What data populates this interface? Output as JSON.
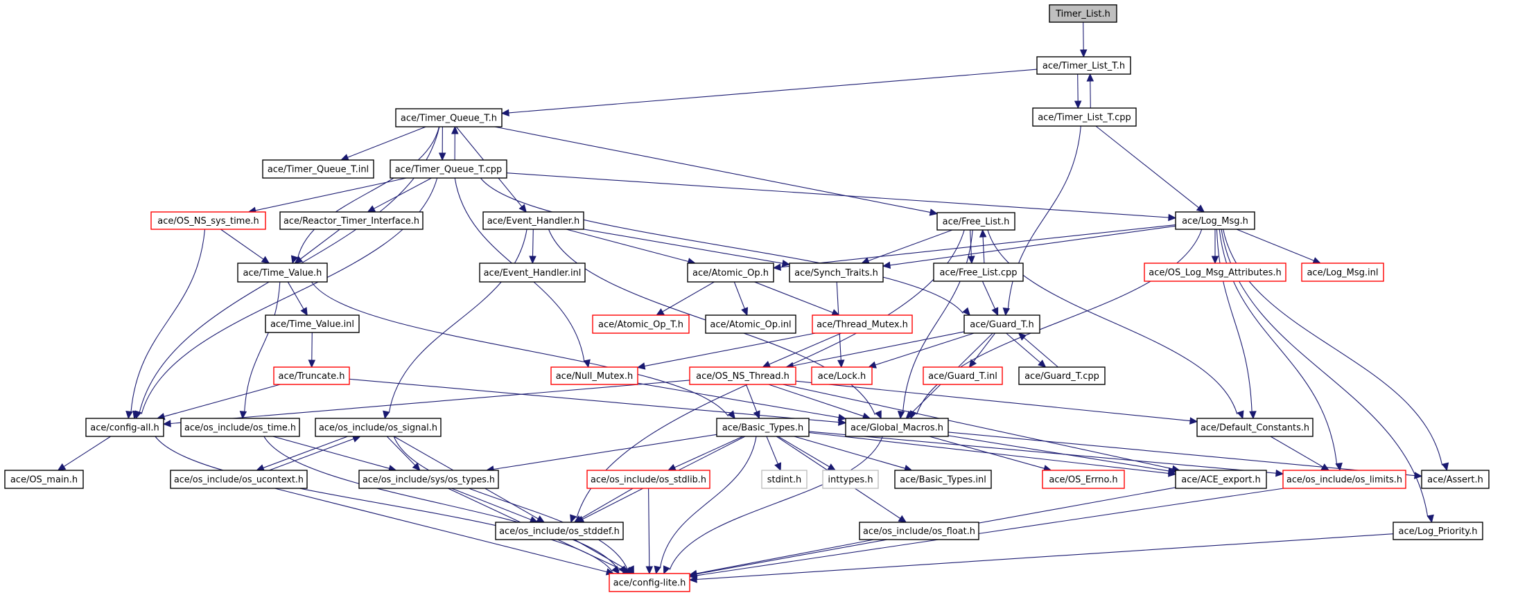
{
  "graph": {
    "title": "Timer_List.h include dependency graph",
    "colors": {
      "edge": "#191970",
      "root_fill": "#bfbfbf",
      "missing_border": "#ff0000",
      "system_border": "#bfbfbf",
      "normal_border": "#000000"
    },
    "nodes": [
      {
        "id": "n1",
        "label": "Timer_List.h",
        "kind": "root"
      },
      {
        "id": "n2",
        "label": "ace/Timer_List_T.h",
        "kind": "normal"
      },
      {
        "id": "n3",
        "label": "ace/Timer_List_T.cpp",
        "kind": "normal"
      },
      {
        "id": "n4",
        "label": "ace/Timer_Queue_T.h",
        "kind": "normal"
      },
      {
        "id": "n5",
        "label": "ace/Timer_Queue_T.inl",
        "kind": "normal"
      },
      {
        "id": "n6",
        "label": "ace/Timer_Queue_T.cpp",
        "kind": "normal"
      },
      {
        "id": "n7",
        "label": "ace/OS_NS_sys_time.h",
        "kind": "missing"
      },
      {
        "id": "n8",
        "label": "ace/Reactor_Timer_Interface.h",
        "kind": "normal"
      },
      {
        "id": "n9",
        "label": "ace/Event_Handler.h",
        "kind": "normal"
      },
      {
        "id": "n10",
        "label": "ace/Free_List.h",
        "kind": "normal"
      },
      {
        "id": "n11",
        "label": "ace/Log_Msg.h",
        "kind": "normal"
      },
      {
        "id": "n12",
        "label": "ace/Time_Value.h",
        "kind": "normal"
      },
      {
        "id": "n13",
        "label": "ace/Event_Handler.inl",
        "kind": "normal"
      },
      {
        "id": "n14",
        "label": "ace/Atomic_Op.h",
        "kind": "normal"
      },
      {
        "id": "n15",
        "label": "ace/Synch_Traits.h",
        "kind": "normal"
      },
      {
        "id": "n16",
        "label": "ace/Free_List.cpp",
        "kind": "normal"
      },
      {
        "id": "n17",
        "label": "ace/OS_Log_Msg_Attributes.h",
        "kind": "missing"
      },
      {
        "id": "n18",
        "label": "ace/Log_Msg.inl",
        "kind": "missing"
      },
      {
        "id": "n19",
        "label": "ace/Time_Value.inl",
        "kind": "normal"
      },
      {
        "id": "n20",
        "label": "ace/Atomic_Op_T.h",
        "kind": "missing"
      },
      {
        "id": "n21",
        "label": "ace/Atomic_Op.inl",
        "kind": "normal"
      },
      {
        "id": "n22",
        "label": "ace/Thread_Mutex.h",
        "kind": "missing"
      },
      {
        "id": "n23",
        "label": "ace/Guard_T.h",
        "kind": "normal"
      },
      {
        "id": "n24",
        "label": "ace/Truncate.h",
        "kind": "missing"
      },
      {
        "id": "n25",
        "label": "ace/Null_Mutex.h",
        "kind": "missing"
      },
      {
        "id": "n26",
        "label": "ace/OS_NS_Thread.h",
        "kind": "missing"
      },
      {
        "id": "n27",
        "label": "ace/Lock.h",
        "kind": "missing"
      },
      {
        "id": "n28",
        "label": "ace/Guard_T.inl",
        "kind": "missing"
      },
      {
        "id": "n29",
        "label": "ace/Guard_T.cpp",
        "kind": "normal"
      },
      {
        "id": "n30",
        "label": "ace/config-all.h",
        "kind": "normal"
      },
      {
        "id": "n31",
        "label": "ace/os_include/os_time.h",
        "kind": "normal"
      },
      {
        "id": "n32",
        "label": "ace/os_include/os_signal.h",
        "kind": "normal"
      },
      {
        "id": "n33",
        "label": "ace/Basic_Types.h",
        "kind": "normal"
      },
      {
        "id": "n34",
        "label": "ace/Global_Macros.h",
        "kind": "normal"
      },
      {
        "id": "n35",
        "label": "ace/Default_Constants.h",
        "kind": "normal"
      },
      {
        "id": "n36",
        "label": "ace/OS_main.h",
        "kind": "normal"
      },
      {
        "id": "n37",
        "label": "ace/os_include/os_ucontext.h",
        "kind": "normal"
      },
      {
        "id": "n38",
        "label": "ace/os_include/sys/os_types.h",
        "kind": "normal"
      },
      {
        "id": "n39",
        "label": "ace/os_include/os_stdlib.h",
        "kind": "missing"
      },
      {
        "id": "n40",
        "label": "stdint.h",
        "kind": "system"
      },
      {
        "id": "n41",
        "label": "inttypes.h",
        "kind": "system"
      },
      {
        "id": "n42",
        "label": "ace/Basic_Types.inl",
        "kind": "normal"
      },
      {
        "id": "n43",
        "label": "ace/OS_Errno.h",
        "kind": "missing"
      },
      {
        "id": "n44",
        "label": "ace/ACE_export.h",
        "kind": "normal"
      },
      {
        "id": "n45",
        "label": "ace/os_include/os_limits.h",
        "kind": "missing"
      },
      {
        "id": "n46",
        "label": "ace/Assert.h",
        "kind": "normal"
      },
      {
        "id": "n47",
        "label": "ace/os_include/os_stddef.h",
        "kind": "normal"
      },
      {
        "id": "n48",
        "label": "ace/os_include/os_float.h",
        "kind": "normal"
      },
      {
        "id": "n49",
        "label": "ace/Log_Priority.h",
        "kind": "normal"
      },
      {
        "id": "n50",
        "label": "ace/config-lite.h",
        "kind": "missing"
      }
    ],
    "edges": [
      [
        "n1",
        "n2"
      ],
      [
        "n2",
        "n3"
      ],
      [
        "n3",
        "n2"
      ],
      [
        "n2",
        "n4"
      ],
      [
        "n3",
        "n23"
      ],
      [
        "n3",
        "n11"
      ],
      [
        "n4",
        "n5"
      ],
      [
        "n4",
        "n6"
      ],
      [
        "n6",
        "n4"
      ],
      [
        "n4",
        "n12"
      ],
      [
        "n4",
        "n9"
      ],
      [
        "n4",
        "n10"
      ],
      [
        "n4",
        "n30"
      ],
      [
        "n6",
        "n7"
      ],
      [
        "n6",
        "n8"
      ],
      [
        "n6",
        "n25"
      ],
      [
        "n6",
        "n11"
      ],
      [
        "n6",
        "n23"
      ],
      [
        "n6",
        "n30"
      ],
      [
        "n7",
        "n12"
      ],
      [
        "n7",
        "n30"
      ],
      [
        "n8",
        "n12"
      ],
      [
        "n9",
        "n13"
      ],
      [
        "n9",
        "n14"
      ],
      [
        "n9",
        "n15"
      ],
      [
        "n9",
        "n32"
      ],
      [
        "n9",
        "n34"
      ],
      [
        "n10",
        "n16"
      ],
      [
        "n16",
        "n10"
      ],
      [
        "n10",
        "n15"
      ],
      [
        "n10",
        "n35"
      ],
      [
        "n10",
        "n47"
      ],
      [
        "n10",
        "n34"
      ],
      [
        "n16",
        "n23"
      ],
      [
        "n11",
        "n17"
      ],
      [
        "n11",
        "n18"
      ],
      [
        "n11",
        "n14"
      ],
      [
        "n11",
        "n15"
      ],
      [
        "n11",
        "n34"
      ],
      [
        "n11",
        "n35"
      ],
      [
        "n11",
        "n45"
      ],
      [
        "n11",
        "n46"
      ],
      [
        "n11",
        "n49"
      ],
      [
        "n12",
        "n19"
      ],
      [
        "n12",
        "n33"
      ],
      [
        "n12",
        "n31"
      ],
      [
        "n19",
        "n24"
      ],
      [
        "n14",
        "n20"
      ],
      [
        "n14",
        "n21"
      ],
      [
        "n14",
        "n22"
      ],
      [
        "n15",
        "n27"
      ],
      [
        "n22",
        "n25"
      ],
      [
        "n22",
        "n26"
      ],
      [
        "n23",
        "n28"
      ],
      [
        "n23",
        "n29"
      ],
      [
        "n29",
        "n23"
      ],
      [
        "n23",
        "n27"
      ],
      [
        "n23",
        "n26"
      ],
      [
        "n23",
        "n34"
      ],
      [
        "n24",
        "n30"
      ],
      [
        "n24",
        "n34"
      ],
      [
        "n25",
        "n34"
      ],
      [
        "n26",
        "n33"
      ],
      [
        "n26",
        "n34"
      ],
      [
        "n26",
        "n30"
      ],
      [
        "n26",
        "n35"
      ],
      [
        "n26",
        "n44"
      ],
      [
        "n30",
        "n36"
      ],
      [
        "n30",
        "n50"
      ],
      [
        "n31",
        "n38"
      ],
      [
        "n31",
        "n50"
      ],
      [
        "n32",
        "n37"
      ],
      [
        "n37",
        "n32"
      ],
      [
        "n32",
        "n38"
      ],
      [
        "n32",
        "n47"
      ],
      [
        "n32",
        "n50"
      ],
      [
        "n37",
        "n50"
      ],
      [
        "n33",
        "n38"
      ],
      [
        "n33",
        "n39"
      ],
      [
        "n33",
        "n40"
      ],
      [
        "n33",
        "n41"
      ],
      [
        "n33",
        "n42"
      ],
      [
        "n33",
        "n47"
      ],
      [
        "n33",
        "n48"
      ],
      [
        "n33",
        "n50"
      ],
      [
        "n33",
        "n44"
      ],
      [
        "n33",
        "n45"
      ],
      [
        "n34",
        "n43"
      ],
      [
        "n34",
        "n44"
      ],
      [
        "n34",
        "n46"
      ],
      [
        "n34",
        "n50"
      ],
      [
        "n35",
        "n45"
      ],
      [
        "n38",
        "n47"
      ],
      [
        "n38",
        "n50"
      ],
      [
        "n39",
        "n47"
      ],
      [
        "n39",
        "n50"
      ],
      [
        "n47",
        "n50"
      ],
      [
        "n48",
        "n50"
      ],
      [
        "n44",
        "n50"
      ],
      [
        "n45",
        "n50"
      ],
      [
        "n49",
        "n50"
      ]
    ]
  }
}
